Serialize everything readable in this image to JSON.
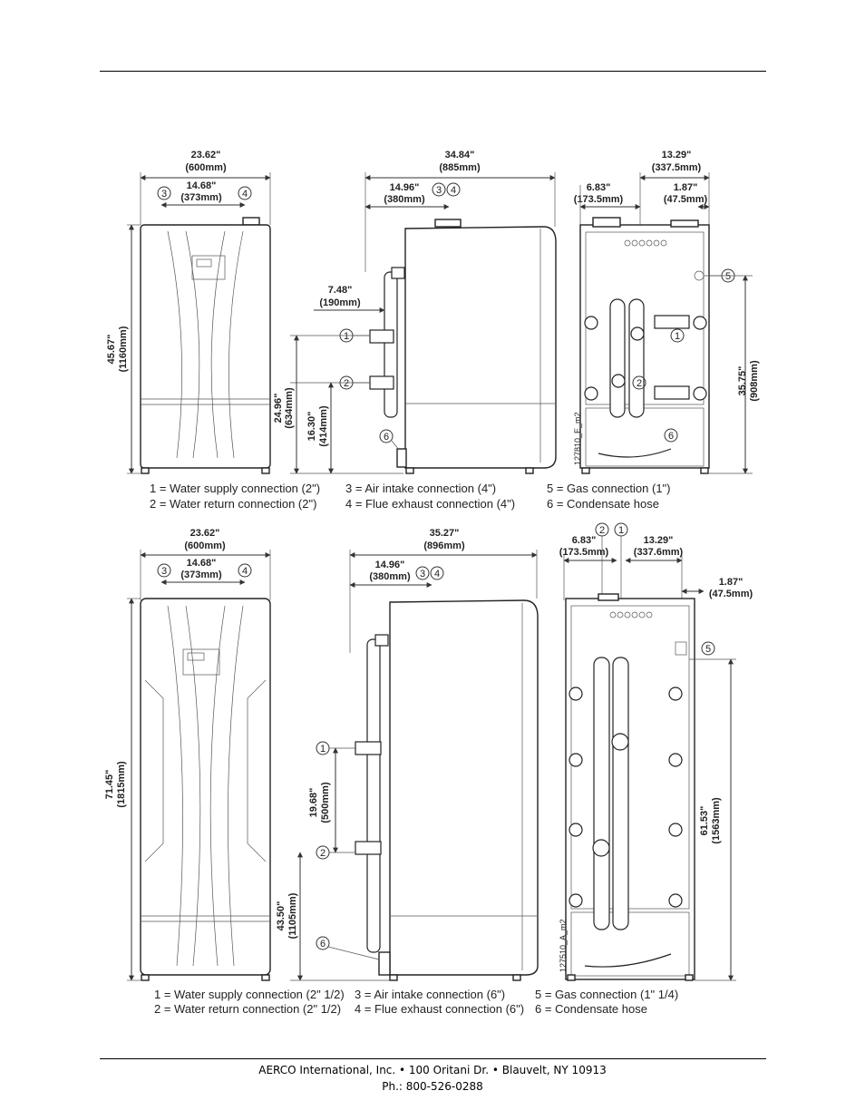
{
  "top_figure": {
    "front_view": {
      "width_dim": "23.62\"",
      "width_mm": "(600mm)",
      "inner_dim": "14.68\"",
      "inner_mm": "(373mm)",
      "height_dim": "45.67\"",
      "height_mm": "(1160mm)",
      "callout_left": "3",
      "callout_right": "4"
    },
    "side_view": {
      "depth_dim": "34.84\"",
      "depth_mm": "(885mm)",
      "flue_dim": "14.96\"",
      "flue_mm": "(380mm)",
      "offset_dim": "7.48\"",
      "offset_mm": "(190mm)",
      "supply_height": "24.96\"",
      "supply_height_mm": "(634mm)",
      "return_height": "16.30\"",
      "return_height_mm": "(414mm)",
      "callouts": [
        "3",
        "4",
        "1",
        "2",
        "6"
      ]
    },
    "rear_view": {
      "width_dim": "13.29\"",
      "width_mm": "(337.5mm)",
      "left_dim": "6.83\"",
      "left_mm": "(173.5mm)",
      "right_dim": "1.87\"",
      "right_mm": "(47.5mm)",
      "height_dim": "35.75\"",
      "height_mm": "(908mm)",
      "drawing_id": "127810_E_m2",
      "callouts": [
        "5",
        "1",
        "2",
        "6"
      ]
    },
    "legend": {
      "item1": "1 = Water supply connection (2\")",
      "item2": "2 = Water return connection (2\")",
      "item3": "3 = Air intake connection (4\")",
      "item4": "4 = Flue exhaust connection (4\")",
      "item5": "5 = Gas connection (1\")",
      "item6": "6 = Condensate hose"
    }
  },
  "bottom_figure": {
    "front_view": {
      "width_dim": "23.62\"",
      "width_mm": "(600mm)",
      "inner_dim": "14.68\"",
      "inner_mm": "(373mm)",
      "height_dim": "71.45\"",
      "height_mm": "(1815mm)",
      "callout_left": "3",
      "callout_right": "4"
    },
    "side_view": {
      "depth_dim": "35.27\"",
      "depth_mm": "(896mm)",
      "flue_dim": "14.96\"",
      "flue_mm": "(380mm)",
      "spacing_dim": "19.68\"",
      "spacing_mm": "(500mm)",
      "return_height": "43.50\"",
      "return_height_mm": "(1105mm)",
      "callouts": [
        "3",
        "4",
        "1",
        "2",
        "6"
      ]
    },
    "rear_view": {
      "left_dim": "6.83\"",
      "left_mm": "(173.5mm)",
      "width_dim": "13.29\"",
      "width_mm": "(337.6mm)",
      "right_dim": "1.87\"",
      "right_mm": "(47.5mm)",
      "height_dim": "61.53\"",
      "height_mm": "(1563mm)",
      "drawing_id": "127510_A_m2",
      "callouts": [
        "2",
        "1",
        "5"
      ]
    },
    "legend": {
      "item1": "1 = Water supply connection (2\" 1/2)",
      "item2": "2 = Water return connection (2\" 1/2)",
      "item3": "3 = Air intake connection (6\")",
      "item4": "4 = Flue exhaust connection (6\")",
      "item5": "5 = Gas connection (1\" 1/4)",
      "item6": "6 = Condensate hose"
    }
  },
  "footer": {
    "line1": "AERCO International, Inc. • 100 Oritani Dr. •  Blauvelt, NY 10913",
    "line2": "Ph.: 800-526-0288"
  }
}
